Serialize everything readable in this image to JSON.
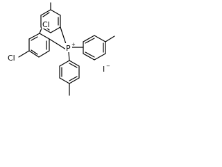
{
  "molecule": {
    "chlorine_top": "Cl",
    "chlorine_left": "Cl",
    "phosphorus": "P",
    "phosphorus_charge": "+",
    "iodide": "I",
    "iodide_charge": "−"
  }
}
